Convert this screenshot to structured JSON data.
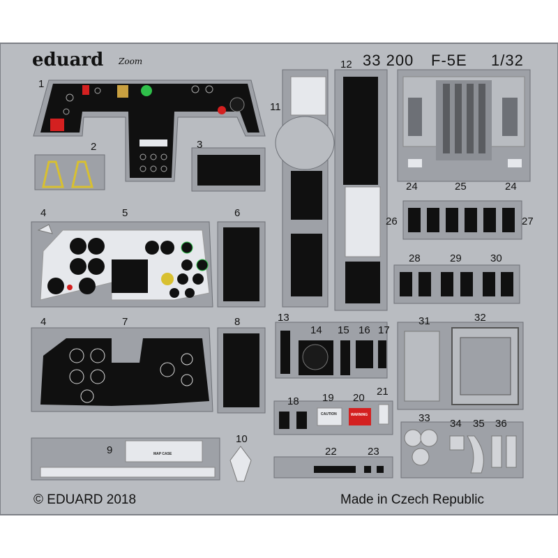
{
  "header": {
    "brand": "eduard",
    "zoom": "Zoom",
    "set_number": "33 200",
    "aircraft": "F-5E",
    "scale": "1/32"
  },
  "footer": {
    "copyright": "© EDUARD 2018",
    "origin": "Made in Czech Republic"
  },
  "part_numbers": [
    "1",
    "2",
    "3",
    "4",
    "5",
    "6",
    "4",
    "7",
    "8",
    "9",
    "10",
    "11",
    "12",
    "13",
    "14",
    "15",
    "16",
    "17",
    "18",
    "19",
    "20",
    "21",
    "22",
    "23",
    "24",
    "25",
    "24",
    "26",
    "27",
    "28",
    "29",
    "30",
    "31",
    "32",
    "33",
    "34",
    "35",
    "36"
  ],
  "decal_text": {
    "map_case": "MAP CASE",
    "warning": "WARNING",
    "caution": "CAUTION"
  },
  "colors": {
    "fret": "#b9bcc1",
    "fret_edge": "#7d8086",
    "panel_black": "#101010",
    "highlight_red": "#d42020",
    "highlight_green": "#2fbf4a",
    "highlight_yellow": "#d8c030",
    "panel_light": "#e6e8ec"
  }
}
